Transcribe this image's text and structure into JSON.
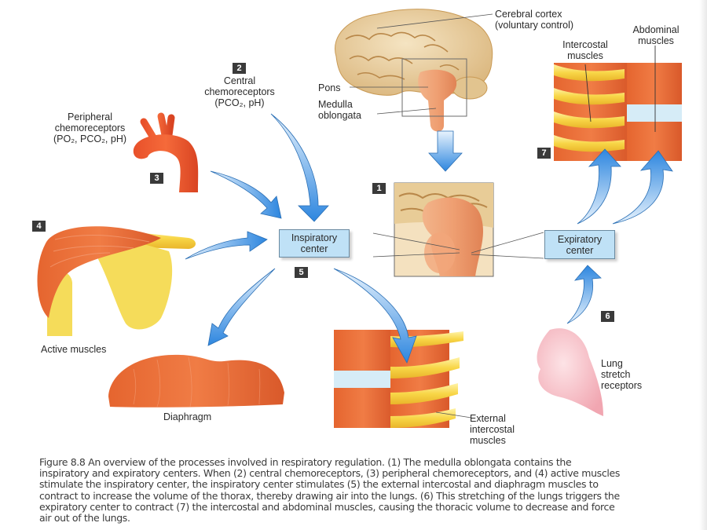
{
  "figure": {
    "labels": {
      "cerebral_cortex": [
        "Cerebral cortex",
        "(voluntary control)"
      ],
      "pons": "Pons",
      "medulla": [
        "Medulla",
        "oblongata"
      ],
      "central_chemo": [
        "Central",
        "chemoreceptors",
        "(PCO₂, pH)"
      ],
      "peripheral_chemo": [
        "Peripheral",
        "chemoreceptors",
        "(PO₂, PCO₂, pH)"
      ],
      "intercostal": [
        "Intercostal",
        "muscles"
      ],
      "abdominal": [
        "Abdominal",
        "muscles"
      ],
      "active_muscles": "Active muscles",
      "diaphragm": "Diaphragm",
      "external_intercostal": [
        "External",
        "intercostal",
        "muscles"
      ],
      "lung_stretch": [
        "Lung",
        "stretch",
        "receptors"
      ]
    },
    "centers": {
      "inspiratory": [
        "Inspiratory",
        "center"
      ],
      "expiratory": [
        "Expiratory",
        "center"
      ]
    },
    "badges": [
      "1",
      "2",
      "3",
      "4",
      "5",
      "6",
      "7"
    ],
    "colors": {
      "arrow_blue": "#3b8fe0",
      "center_box": "#bfe1f6",
      "muscle": "#e5652f",
      "bone": "#f6d64a",
      "brain": "#e9cf9e",
      "lung": "#f4b8c0"
    }
  },
  "caption": {
    "lines": [
      "Figure 8.8    An overview of the processes involved in respiratory regulation. (1) The medulla oblongata contains the",
      "inspiratory and expiratory centers. When (2) central chemoreceptors, (3) peripheral chemoreceptors, and (4) active muscles",
      "stimulate the inspiratory center, the inspiratory center stimulates (5) the external intercostal and diaphragm muscles to",
      "contract to increase the volume of the thorax, thereby drawing air into the lungs. (6) This stretching of the lungs triggers the",
      "expiratory center to contract (7) the intercostal and abdominal muscles, causing the thoracic volume to decrease and force",
      "air out of the lungs."
    ]
  }
}
